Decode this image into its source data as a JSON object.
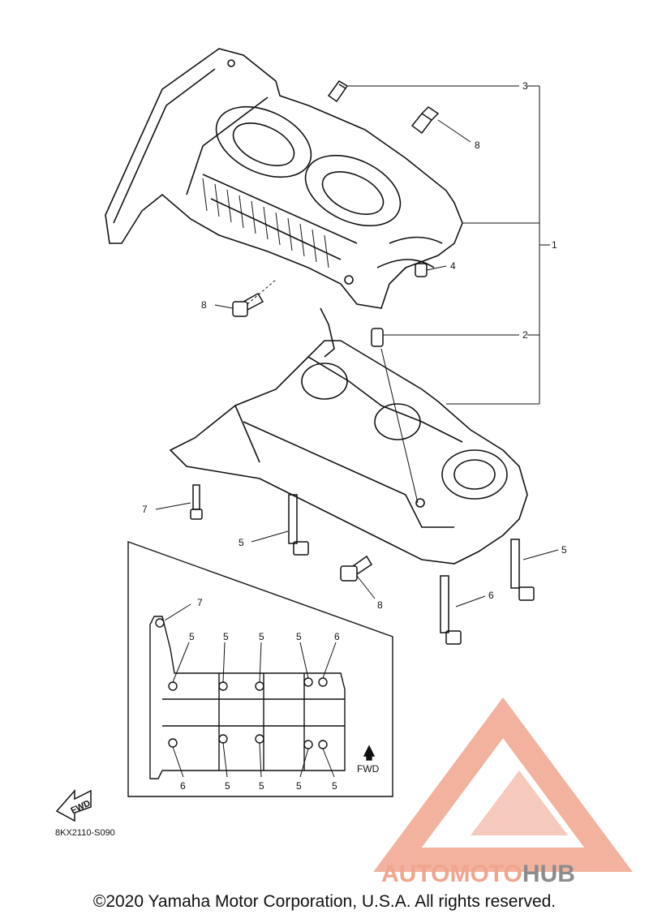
{
  "diagram": {
    "callouts": {
      "c1": "1",
      "c2": "2",
      "c3": "3",
      "c4": "4",
      "c5a": "5",
      "c5b": "5",
      "c6a": "6",
      "c7a": "7",
      "c8a": "8",
      "c8b": "8"
    },
    "inset": {
      "labels_top": [
        "7",
        "5",
        "5",
        "5",
        "5",
        "6"
      ],
      "labels_bottom": [
        "6",
        "5",
        "5",
        "5",
        "5"
      ],
      "fwd_label": "FWD"
    },
    "fwd_arrow_label": "FWD",
    "reference_code": "8KX2110-S090"
  },
  "watermark": {
    "brand_part1": "AUTOMOTO",
    "brand_part2": "HUB",
    "color_primary": "#f0a58e",
    "color_secondary": "#8c8c8c"
  },
  "copyright": "©2020 Yamaha Motor Corporation, U.S.A. All rights reserved."
}
